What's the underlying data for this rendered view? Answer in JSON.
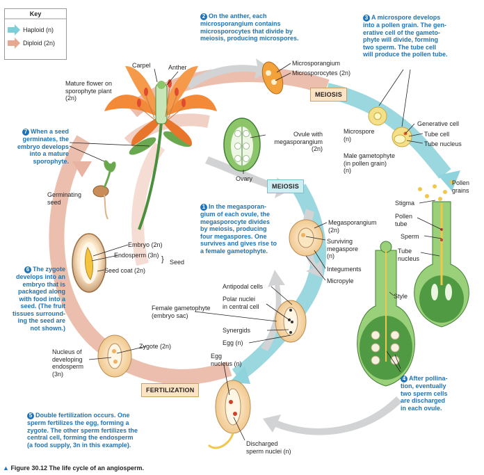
{
  "key": {
    "title": "Key",
    "haploid": "Haploid (n)",
    "diploid": "Diploid (2n)",
    "haploid_color": "#7ccfd9",
    "diploid_color": "#e4a98e"
  },
  "stages": {
    "meiosis_top": "MEIOSIS",
    "meiosis_mid": "MEIOSIS",
    "fertilization": "FERTILIZATION"
  },
  "steps": {
    "s1": {
      "num": "1",
      "text": "In the megasporan-\ngium of each ovule, the\nmegasporocyte divides\nby meiosis, producing\nfour megaspores. One\nsurvives and gives rise to\na female gametophyte."
    },
    "s2": {
      "num": "2",
      "text": "On the anther, each\nmicrosporangium contains\nmicrosporocytes that divide by\nmeiosis, producing microspores."
    },
    "s3": {
      "num": "3",
      "text": "A microspore develops\ninto a pollen grain. The gen-\nerative cell of the gameto-\nphyte will divide, forming\ntwo sperm. The tube cell\nwill produce the pollen tube."
    },
    "s4": {
      "num": "4",
      "text": "After pollina-\ntion, eventually\ntwo sperm cells\nare discharged\nin each ovule."
    },
    "s5": {
      "num": "5",
      "text": "Double fertilization occurs. One\nsperm fertilizes the egg, forming a\nzygote. The other sperm fertilizes the\ncentral cell, forming the endosperm\n(a food supply, 3n in this example)."
    },
    "s6": {
      "num": "6",
      "text": "The zygote\ndevelops into an\nembryo that is\npackaged along\nwith food into a\nseed. (The fruit\ntissues surround-\ning the seed are\nnot shown.)"
    },
    "s7": {
      "num": "7",
      "text": "When a seed\ngerminates, the\nembryo develops\ninto a mature\nsporophyte."
    }
  },
  "labels": {
    "carpel": "Carpel",
    "anther": "Anther",
    "mature_flower": "Mature flower on\nsporophyte plant\n(2n)",
    "microsporangium": "Microsporangium",
    "microsporocytes": "Microsporocytes (2n)",
    "ovule_with_megasporangium": "Ovule with\nmegasporangium\n(2n)",
    "ovary": "Ovary",
    "microspore": "Microspore\n(n)",
    "generative_cell": "Generative cell",
    "tube_cell": "Tube cell",
    "tube_nucleus_top": "Tube nucleus",
    "male_gametophyte": "Male gametophyte\n(in pollen grain)\n(n)",
    "pollen_grains": "Pollen\ngrains",
    "stigma": "Stigma",
    "pollen_tube": "Pollen\ntube",
    "sperm": "Sperm",
    "tube_nucleus": "Tube\nnucleus",
    "style": "Style",
    "germinating_seed": "Germinating\nseed",
    "megasporangium": "Megasporangium\n(2n)",
    "surviving_megaspore": "Surviving\nmegaspore\n(n)",
    "integuments": "Integuments",
    "micropyle": "Micropyle",
    "antipodal_cells": "Antipodal cells",
    "polar_nuclei": "Polar nuclei\nin central cell",
    "female_gametophyte": "Female gametophyte\n(embryo sac)",
    "synergids": "Synergids",
    "egg": "Egg (n)",
    "embryo": "Embryo (2n)",
    "endosperm": "Endosperm (3n)",
    "seed_coat": "Seed coat (2n)",
    "seed": "Seed",
    "nucleus_endosperm": "Nucleus of\ndeveloping\nendosperm\n(3n)",
    "zygote": "Zygote (2n)",
    "egg_nucleus": "Egg\nnucleus (n)",
    "discharged_sperm": "Discharged\nsperm nuclei (n)"
  },
  "caption": {
    "marker": "▲",
    "text": "Figure 30.12  The life cycle of an angiosperm."
  }
}
